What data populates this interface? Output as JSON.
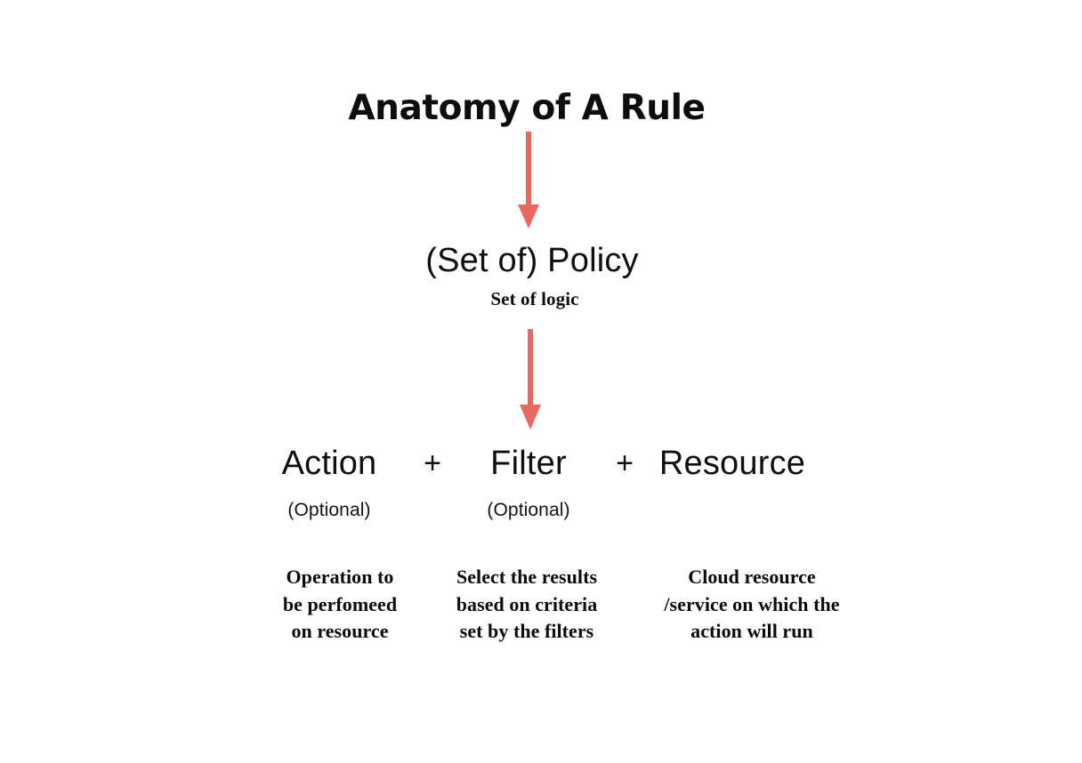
{
  "title": "Anatomy of A Rule",
  "accent_color": "#E8685E",
  "text_color": "#101010",
  "background_color": "#FFFFFF",
  "policy": {
    "label": "(Set of) Policy",
    "sublabel": "Set of logic"
  },
  "operators": {
    "plus_1": "+",
    "plus_2": "+"
  },
  "components": [
    {
      "term": "Action",
      "optional_label": "(Optional)",
      "description_lines": [
        "Operation to",
        "be perfomeed",
        "on resource"
      ]
    },
    {
      "term": "Filter",
      "optional_label": "(Optional)",
      "description_lines": [
        "Select the results",
        "based on criteria",
        "set by the filters"
      ]
    },
    {
      "term": "Resource",
      "optional_label": "",
      "description_lines": [
        "Cloud resource",
        "/service on which the",
        "action will run"
      ]
    }
  ],
  "arrows": [
    {
      "name": "arrow-title-to-policy",
      "direction": "down"
    },
    {
      "name": "arrow-policy-to-components",
      "direction": "down"
    }
  ]
}
